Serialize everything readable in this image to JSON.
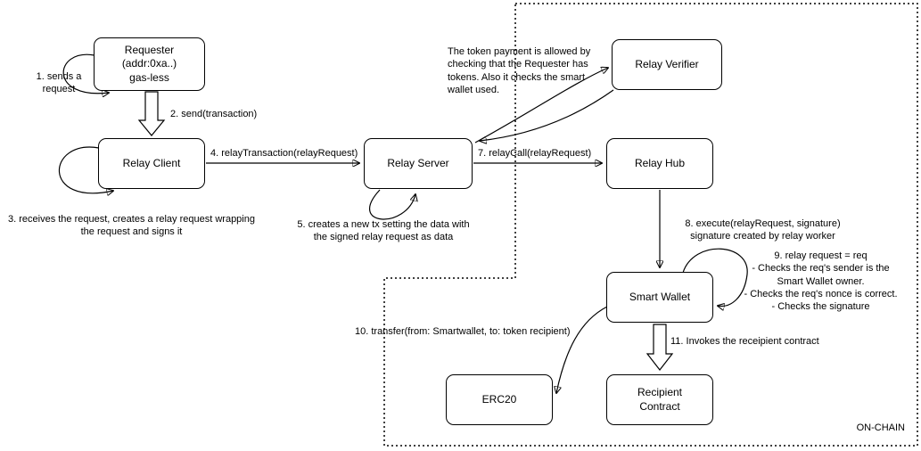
{
  "diagram": {
    "on_chain_label": "ON-CHAIN",
    "colors": {
      "stroke": "#000000",
      "fill": "#ffffff"
    },
    "nodes": {
      "requester": "Requester\n(addr:0xa..)\ngas-less",
      "relay_client": "Relay Client",
      "relay_server": "Relay Server",
      "relay_verifier": "Relay Verifier",
      "relay_hub": "Relay Hub",
      "smart_wallet": "Smart Wallet",
      "erc20": "ERC20",
      "recipient_contract": "Recipient\nContract"
    },
    "labels": {
      "step1": "1. sends a\nrequest",
      "step2": "2. send(transaction)",
      "step3": "3. receives the request, creates a relay request wrapping\nthe request and signs it",
      "step4": "4. relayTransaction(relayRequest)",
      "step5": "5. creates a new tx setting the data with\nthe signed relay request as data",
      "verifier_note": "The token payment is allowed by\nchecking that the Requester has\ntokens. Also it checks the smart\nwallet used.",
      "step7": "7. relayCall(relayRequest)",
      "step8": "8. execute(relayRequest, signature)\nsignature created by relay worker",
      "step9": "9. relay request = req\n- Checks the req's sender is the\nSmart Wallet owner.\n- Checks the req's nonce is correct.\n- Checks the signature",
      "step10": "10. transfer(from: Smartwallet, to: token recipient)",
      "step11": "11. Invokes the receipient contract"
    }
  }
}
